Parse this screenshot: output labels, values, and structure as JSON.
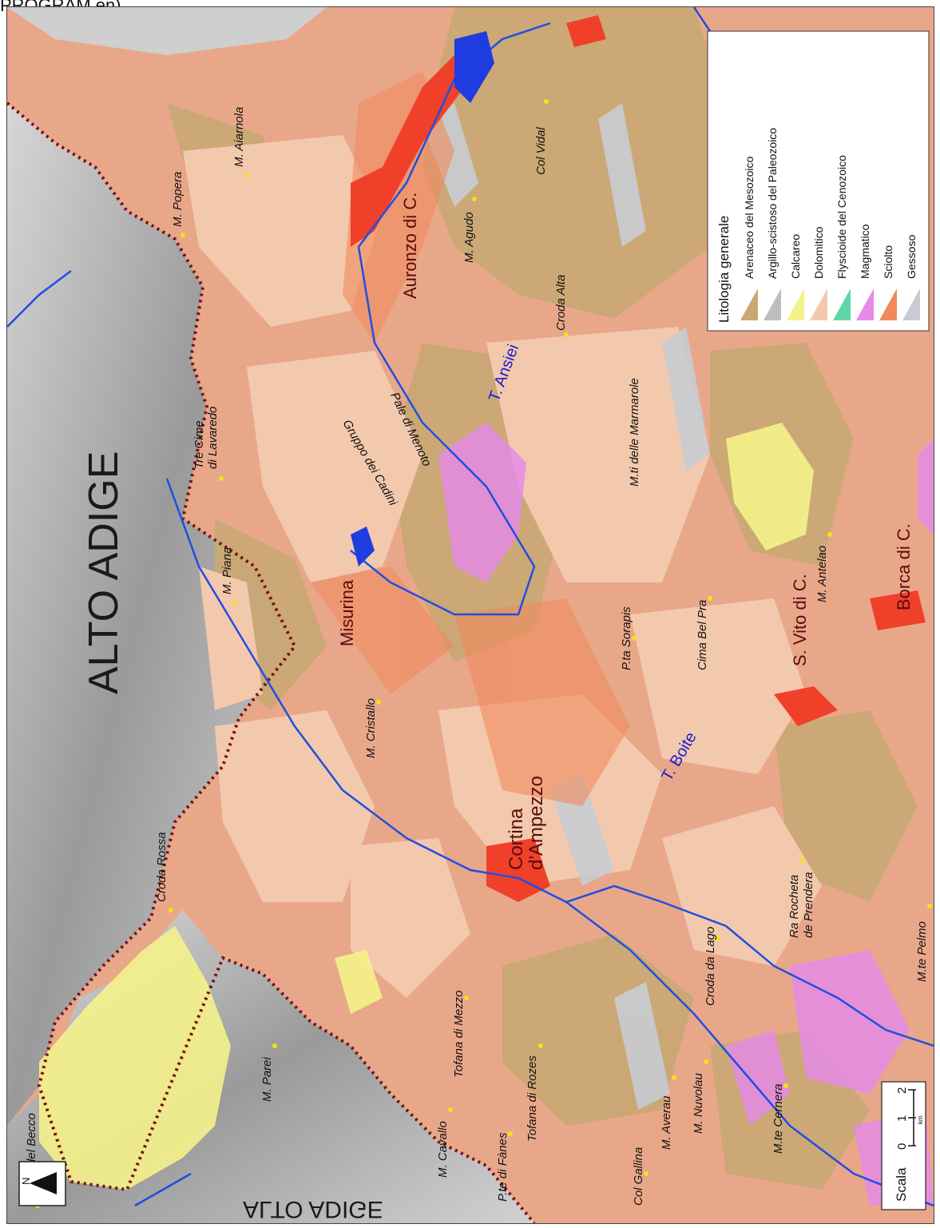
{
  "caption": "PROGRAM en)",
  "labels": {
    "region_top": "ALTO ADIGE",
    "region_bottom": "ALTO ADIGE",
    "north": "N",
    "towns": [
      "Auronzo di C.",
      "Misurina",
      "Cortina",
      "d'Ampezzo",
      "S. Vito di C.",
      "Borca di C."
    ],
    "rivers": [
      "T. Ansiei",
      "T. Boite"
    ],
    "peaks": [
      "Croda del Becco",
      "Croda Rossa",
      "M. Piana",
      "Tre Cime",
      "di Lavaredo",
      "M. Popera",
      "M. Aiarnola",
      "Col Vidal",
      "M. Agudo",
      "Croda Alta",
      "M.ti delle Marmarole",
      "Gruppo dei Cadini",
      "Pale di Menoto",
      "M. Cristallo",
      "P.ta Sorapis",
      "Cima Bel Pra",
      "M. Antelao",
      "M. Parei",
      "M. Cavallo",
      "Tofana di Mezzo",
      "P.te di Fànes",
      "Tofana di Rozes",
      "Col Gallina",
      "M. Averau",
      "M. Nuvolau",
      "Croda da Lago",
      "M.te Cernera",
      "Ra Rocheta",
      "de Prendera",
      "M.te Pelmo"
    ]
  },
  "legend": {
    "title": "Litologia generale",
    "items": [
      {
        "label": "Arenaceo del Mesozoico",
        "color": "#c9a874"
      },
      {
        "label": "Argillo-scistoso del Paleozoico",
        "color": "#bdbdbd"
      },
      {
        "label": "Calcareo",
        "color": "#f4f28a"
      },
      {
        "label": "Dolomitico",
        "color": "#f3c9ad"
      },
      {
        "label": "Flyscioide del Cenozoico",
        "color": "#5fd6a8"
      },
      {
        "label": "Magmatico",
        "color": "#e58be6"
      },
      {
        "label": "Sciolto",
        "color": "#f08a5d"
      },
      {
        "label": "Gessoso",
        "color": "#c8ccd2"
      }
    ]
  },
  "scale": {
    "title": "Scala",
    "ticks": [
      "0",
      "1",
      "2"
    ],
    "unit": "km"
  },
  "colors": {
    "river": "#1f4fe0",
    "border": "#7a1010",
    "urban": "#f0402a",
    "hillshade": "#b9b9b9"
  }
}
